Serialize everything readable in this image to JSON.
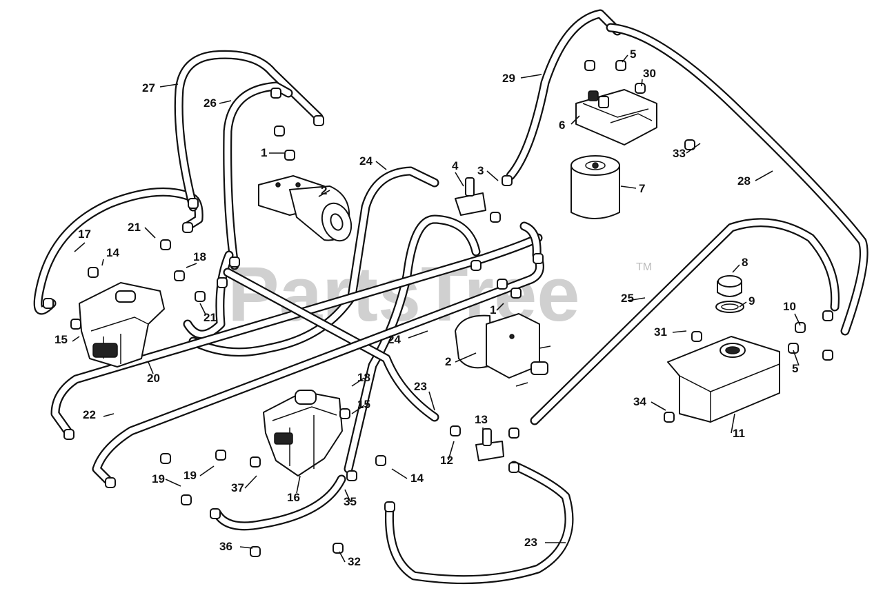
{
  "watermark": {
    "text": "PartsTree",
    "trademark": "TM"
  },
  "callouts": [
    "1",
    "1",
    "2",
    "2",
    "3",
    "4",
    "5",
    "5",
    "6",
    "7",
    "8",
    "9",
    "10",
    "11",
    "12",
    "13",
    "14",
    "14",
    "15",
    "15",
    "16",
    "16",
    "17",
    "18",
    "18",
    "19",
    "20",
    "21",
    "21",
    "22",
    "23",
    "23",
    "24",
    "24",
    "25",
    "26",
    "27",
    "28",
    "29",
    "30",
    "31",
    "32",
    "33",
    "34",
    "35",
    "36",
    "37"
  ]
}
